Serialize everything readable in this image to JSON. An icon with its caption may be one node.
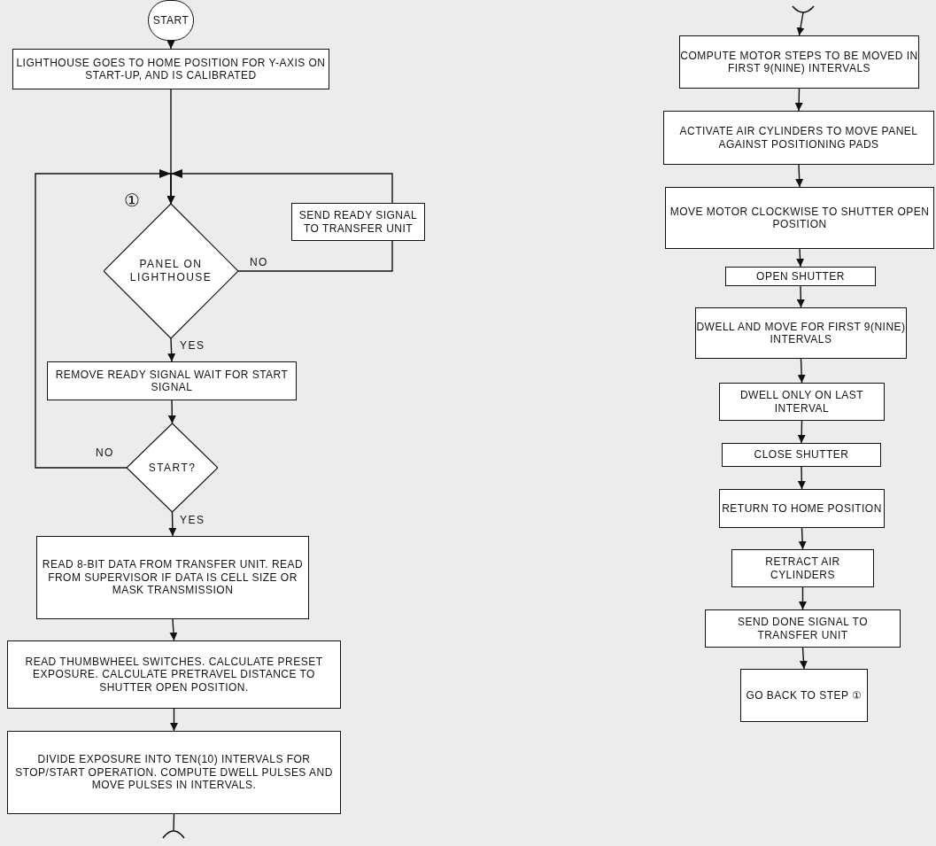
{
  "diagram": {
    "nodes": [
      {
        "text": [
          "START"
        ]
      },
      {
        "text": [
          "LIGHTHOUSE GOES TO HOME POSITION FOR Y-AXIS ON START-UP, AND IS CALIBRATED"
        ]
      },
      {
        "text": [
          "PANEL ON LIGHTHOUSE"
        ]
      },
      {
        "text": [
          "SEND READY SIGNAL TO TRANSFER UNIT"
        ]
      },
      {
        "text": [
          "REMOVE READY SIGNAL WAIT FOR START SIGNAL"
        ]
      },
      {
        "text": [
          "START?"
        ]
      },
      {
        "text": [
          "READ 8-BIT DATA FROM TRANSFER UNIT. READ FROM SUPERVISOR IF DATA IS CELL SIZE OR MASK TRANSMISSION"
        ]
      },
      {
        "text": [
          "READ THUMBWHEEL SWITCHES. CALCULATE PRESET EXPOSURE. CALCULATE PRETRAVEL DISTANCE TO SHUTTER OPEN POSITION."
        ]
      },
      {
        "text": [
          "DIVIDE EXPOSURE INTO TEN(10) INTERVALS FOR STOP/START OPERATION. COMPUTE DWELL PULSES AND MOVE PULSES IN INTERVALS."
        ]
      },
      {
        "text": [
          "COMPUTE MOTOR STEPS TO BE MOVED IN FIRST 9(NINE) INTERVALS"
        ]
      },
      {
        "text": [
          "ACTIVATE AIR CYLINDERS TO MOVE PANEL AGAINST POSITIONING PADS"
        ]
      },
      {
        "text": [
          "MOVE MOTOR CLOCKWISE TO SHUTTER OPEN POSITION"
        ]
      },
      {
        "text": [
          "OPEN SHUTTER"
        ]
      },
      {
        "text": [
          "DWELL AND MOVE FOR FIRST 9(NINE) INTERVALS"
        ]
      },
      {
        "text": [
          "DWELL ONLY ON LAST INTERVAL"
        ]
      },
      {
        "text": [
          "CLOSE SHUTTER"
        ]
      },
      {
        "text": [
          "RETURN TO HOME POSITION"
        ]
      },
      {
        "text": [
          "RETRACT AIR CYLINDERS"
        ]
      },
      {
        "text": [
          "SEND DONE SIGNAL TO TRANSFER UNIT"
        ]
      },
      {
        "text": [
          "GO BACK TO STEP ①"
        ]
      }
    ],
    "edges": [
      {
        "from": 0,
        "to": 1,
        "arrow": "to"
      },
      {
        "from": 1,
        "to": 2,
        "arrow": "to"
      },
      {
        "from": 2,
        "to": 4,
        "arrow": "to",
        "label": "YES"
      },
      {
        "from": 2,
        "to": 3,
        "arrow": "none",
        "label": "NO"
      },
      {
        "from": 3,
        "to": 2,
        "arrow": "to"
      },
      {
        "from": 4,
        "to": 5,
        "arrow": "to"
      },
      {
        "from": 5,
        "to": 2,
        "arrow": "to",
        "label": "NO"
      },
      {
        "from": 5,
        "to": 6,
        "arrow": "to",
        "label": "YES"
      },
      {
        "from": 6,
        "to": 7,
        "arrow": "to"
      },
      {
        "from": 7,
        "to": 8,
        "arrow": "to"
      },
      {
        "from": 8,
        "to": null,
        "arrow": "none"
      },
      {
        "from": null,
        "to": 9,
        "arrow": "to"
      },
      {
        "from": 9,
        "to": 10,
        "arrow": "to"
      },
      {
        "from": 10,
        "to": 11,
        "arrow": "to"
      },
      {
        "from": 11,
        "to": 12,
        "arrow": "to"
      },
      {
        "from": 12,
        "to": 13,
        "arrow": "to"
      },
      {
        "from": 13,
        "to": 14,
        "arrow": "to"
      },
      {
        "from": 14,
        "to": 15,
        "arrow": "to"
      },
      {
        "from": 15,
        "to": 16,
        "arrow": "to"
      },
      {
        "from": 16,
        "to": 17,
        "arrow": "to"
      },
      {
        "from": 17,
        "to": 18,
        "arrow": "to"
      },
      {
        "from": 18,
        "to": 19,
        "arrow": "to"
      }
    ],
    "labels": [
      "①"
    ]
  }
}
